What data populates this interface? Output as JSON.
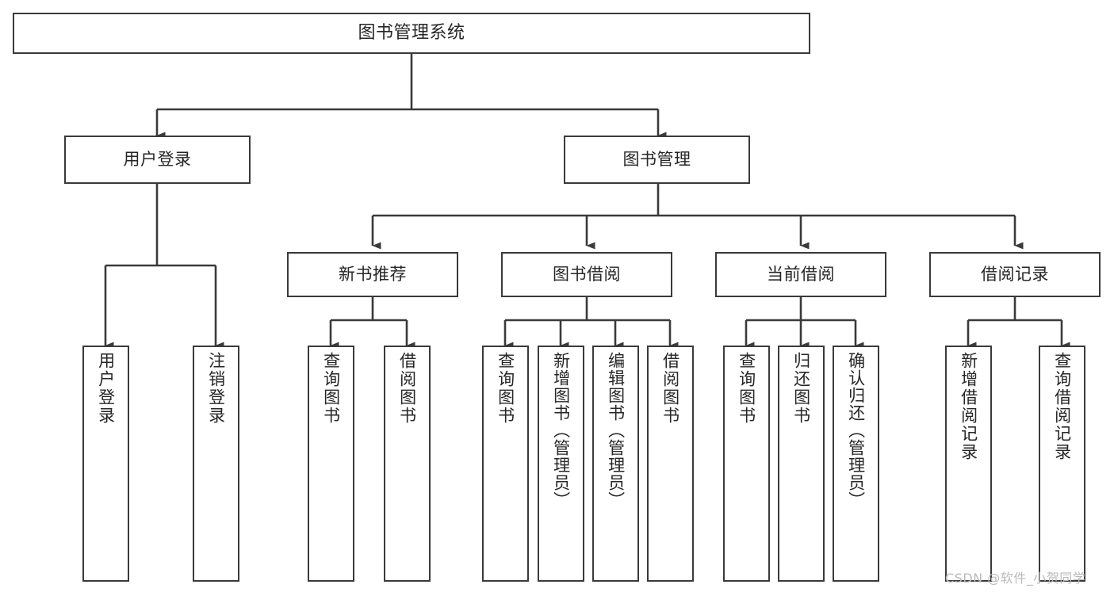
{
  "diagram": {
    "type": "tree",
    "title": "图书管理系统",
    "colors": {
      "box_border": "#3a3a3a",
      "box_fill": "#ffffff",
      "text": "#262626",
      "edge": "#3a3a3a",
      "watermark": "#b9b9b9"
    },
    "root": {
      "label": "图书管理系统"
    },
    "level1": [
      {
        "label": "用户登录"
      },
      {
        "label": "图书管理"
      }
    ],
    "level2": [
      {
        "label": "新书推荐"
      },
      {
        "label": "图书借阅"
      },
      {
        "label": "当前借阅"
      },
      {
        "label": "借阅记录"
      }
    ],
    "leaves": {
      "user_login": [
        {
          "label": "用户登录"
        },
        {
          "label": "注销登录"
        }
      ],
      "new_book_recommend": [
        {
          "label": "查询图书"
        },
        {
          "label": "借阅图书"
        }
      ],
      "book_borrow": [
        {
          "label": "查询图书"
        },
        {
          "label": "新增图书（管理员）"
        },
        {
          "label": "编辑图书（管理员）"
        },
        {
          "label": "借阅图书"
        }
      ],
      "current_borrow": [
        {
          "label": "查询图书"
        },
        {
          "label": "归还图书"
        },
        {
          "label": "确认归还（管理员）"
        }
      ],
      "borrow_record": [
        {
          "label": "新增借阅记录"
        },
        {
          "label": "查询借阅记录"
        }
      ]
    }
  },
  "watermark": {
    "text": "CSDN @软件_小贺同学"
  }
}
